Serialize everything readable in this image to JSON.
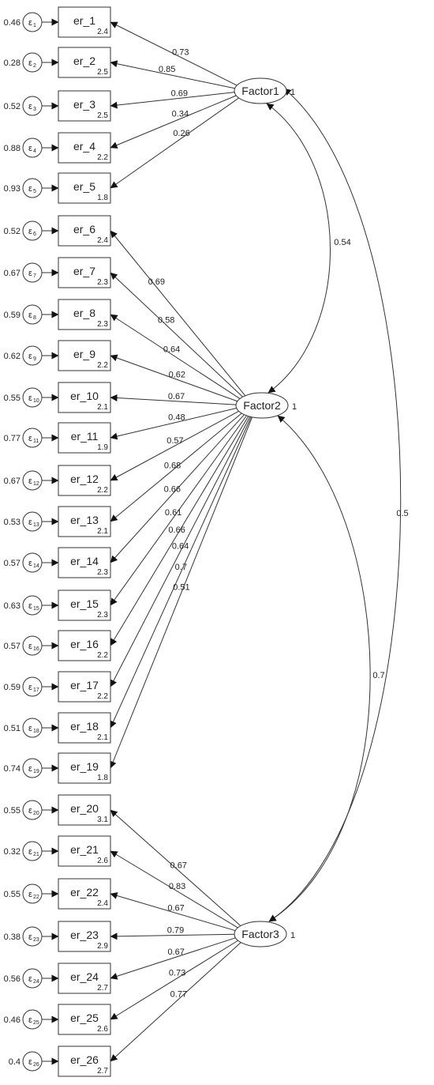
{
  "factors": [
    {
      "id": "f1",
      "label": "Factor1",
      "variance": "1"
    },
    {
      "id": "f2",
      "label": "Factor2",
      "variance": "1"
    },
    {
      "id": "f3",
      "label": "Factor3",
      "variance": "1"
    }
  ],
  "items": [
    {
      "name": "er_1",
      "mean": "2.4",
      "error": "ε",
      "error_sub": "1",
      "error_variance": "0.46",
      "factor": "f1",
      "loading": "0.73"
    },
    {
      "name": "er_2",
      "mean": "2.5",
      "error": "ε",
      "error_sub": "2",
      "error_variance": "0.28",
      "factor": "f1",
      "loading": "0.85"
    },
    {
      "name": "er_3",
      "mean": "2.5",
      "error": "ε",
      "error_sub": "3",
      "error_variance": "0.52",
      "factor": "f1",
      "loading": "0.69"
    },
    {
      "name": "er_4",
      "mean": "2.2",
      "error": "ε",
      "error_sub": "4",
      "error_variance": "0.88",
      "factor": "f1",
      "loading": "0.34"
    },
    {
      "name": "er_5",
      "mean": "1.8",
      "error": "ε",
      "error_sub": "5",
      "error_variance": "0.93",
      "factor": "f1",
      "loading": "0.26"
    },
    {
      "name": "er_6",
      "mean": "2.4",
      "error": "ε",
      "error_sub": "6",
      "error_variance": "0.52",
      "factor": "f2",
      "loading": "0.69"
    },
    {
      "name": "er_7",
      "mean": "2.3",
      "error": "ε",
      "error_sub": "7",
      "error_variance": "0.67",
      "factor": "f2",
      "loading": "0.58"
    },
    {
      "name": "er_8",
      "mean": "2.3",
      "error": "ε",
      "error_sub": "8",
      "error_variance": "0.59",
      "factor": "f2",
      "loading": "0.64"
    },
    {
      "name": "er_9",
      "mean": "2.2",
      "error": "ε",
      "error_sub": "9",
      "error_variance": "0.62",
      "factor": "f2",
      "loading": "0.62"
    },
    {
      "name": "er_10",
      "mean": "2.1",
      "error": "ε",
      "error_sub": "10",
      "error_variance": "0.55",
      "factor": "f2",
      "loading": "0.67"
    },
    {
      "name": "er_11",
      "mean": "1.9",
      "error": "ε",
      "error_sub": "11",
      "error_variance": "0.77",
      "factor": "f2",
      "loading": "0.48"
    },
    {
      "name": "er_12",
      "mean": "2.2",
      "error": "ε",
      "error_sub": "12",
      "error_variance": "0.67",
      "factor": "f2",
      "loading": "0.57"
    },
    {
      "name": "er_13",
      "mean": "2.1",
      "error": "ε",
      "error_sub": "13",
      "error_variance": "0.53",
      "factor": "f2",
      "loading": "0.68"
    },
    {
      "name": "er_14",
      "mean": "2.3",
      "error": "ε",
      "error_sub": "14",
      "error_variance": "0.57",
      "factor": "f2",
      "loading": "0.66"
    },
    {
      "name": "er_15",
      "mean": "2.3",
      "error": "ε",
      "error_sub": "15",
      "error_variance": "0.63",
      "factor": "f2",
      "loading": "0.61"
    },
    {
      "name": "er_16",
      "mean": "2.2",
      "error": "ε",
      "error_sub": "16",
      "error_variance": "0.57",
      "factor": "f2",
      "loading": "0.66"
    },
    {
      "name": "er_17",
      "mean": "2.2",
      "error": "ε",
      "error_sub": "17",
      "error_variance": "0.59",
      "factor": "f2",
      "loading": "0.64"
    },
    {
      "name": "er_18",
      "mean": "2.1",
      "error": "ε",
      "error_sub": "18",
      "error_variance": "0.51",
      "factor": "f2",
      "loading": "0.7"
    },
    {
      "name": "er_19",
      "mean": "1.8",
      "error": "ε",
      "error_sub": "19",
      "error_variance": "0.74",
      "factor": "f2",
      "loading": "0.51"
    },
    {
      "name": "er_20",
      "mean": "3.1",
      "error": "ε",
      "error_sub": "20",
      "error_variance": "0.55",
      "factor": "f3",
      "loading": "0.67"
    },
    {
      "name": "er_21",
      "mean": "2.6",
      "error": "ε",
      "error_sub": "21",
      "error_variance": "0.32",
      "factor": "f3",
      "loading": "0.83"
    },
    {
      "name": "er_22",
      "mean": "2.4",
      "error": "ε",
      "error_sub": "22",
      "error_variance": "0.55",
      "factor": "f3",
      "loading": "0.67"
    },
    {
      "name": "er_23",
      "mean": "2.9",
      "error": "ε",
      "error_sub": "23",
      "error_variance": "0.38",
      "factor": "f3",
      "loading": "0.79"
    },
    {
      "name": "er_24",
      "mean": "2.7",
      "error": "ε",
      "error_sub": "24",
      "error_variance": "0.56",
      "factor": "f3",
      "loading": "0.67"
    },
    {
      "name": "er_25",
      "mean": "2.6",
      "error": "ε",
      "error_sub": "25",
      "error_variance": "0.46",
      "factor": "f3",
      "loading": "0.73"
    },
    {
      "name": "er_26",
      "mean": "2.7",
      "error": "ε",
      "error_sub": "26",
      "error_variance": "0.4",
      "factor": "f3",
      "loading": "0.77"
    }
  ],
  "covariances": [
    {
      "from": "f1",
      "to": "f2",
      "value": "0.54"
    },
    {
      "from": "f2",
      "to": "f3",
      "value": "0.7"
    },
    {
      "from": "f1",
      "to": "f3",
      "value": "0.5"
    }
  ]
}
